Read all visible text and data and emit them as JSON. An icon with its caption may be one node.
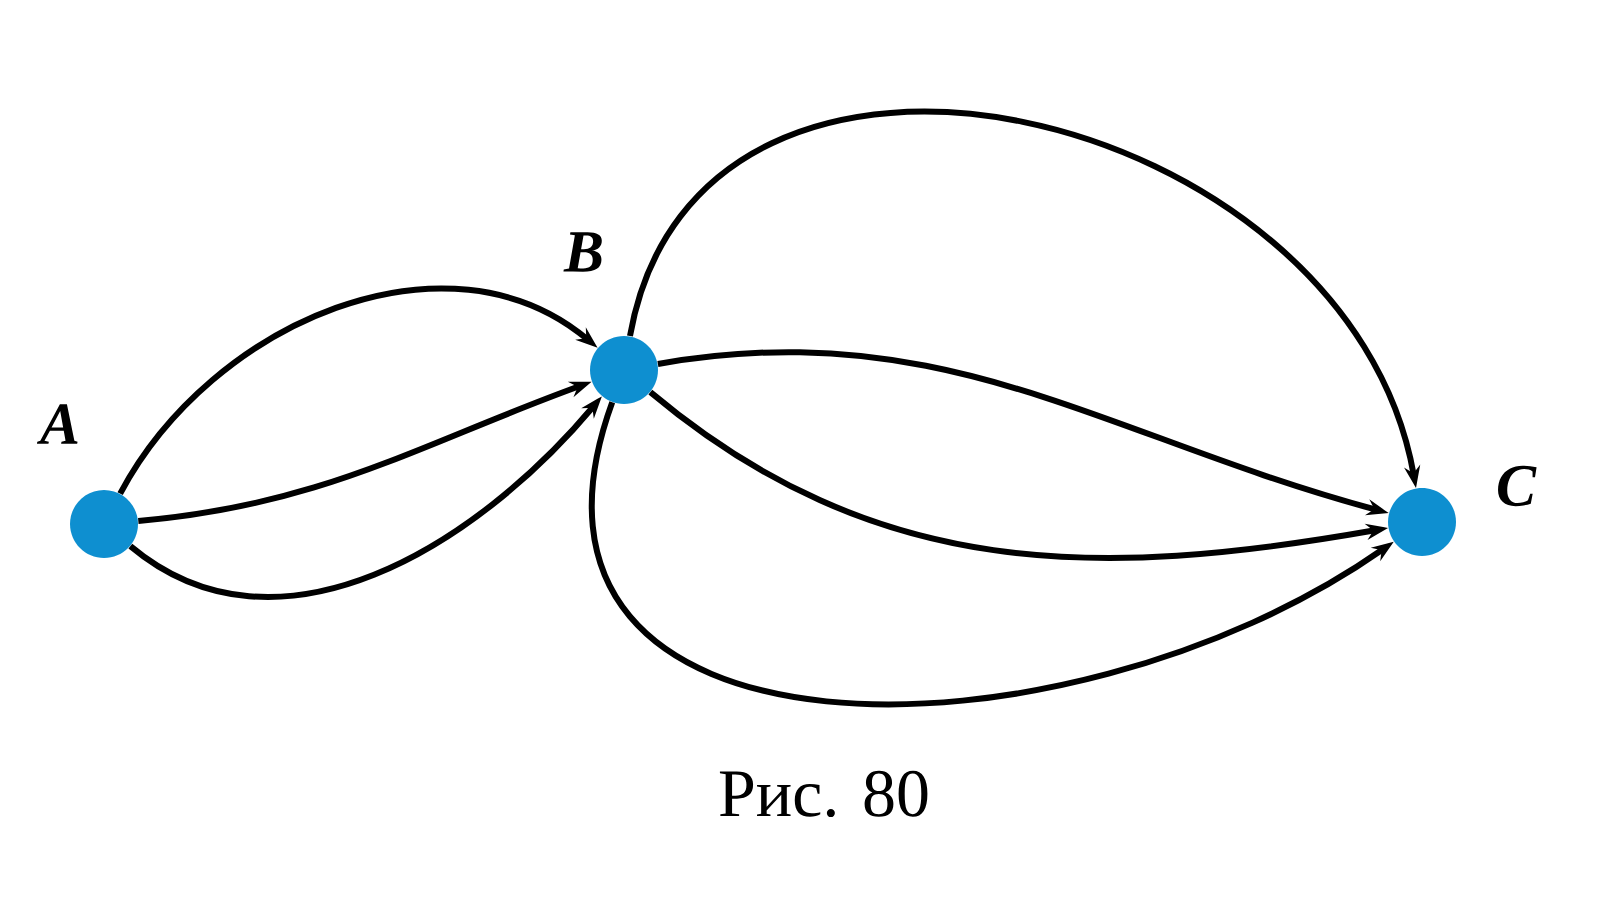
{
  "diagram": {
    "caption": "Рис. 80",
    "nodes": [
      {
        "text": [],
        "shape": "circle",
        "beside": [
          "A"
        ]
      },
      {
        "text": [],
        "shape": "circle",
        "beside": [
          "B"
        ]
      },
      {
        "text": [],
        "shape": "circle",
        "beside": [
          "C"
        ]
      }
    ],
    "edges": [
      {
        "from": 0,
        "to": 1,
        "arrow": "to"
      },
      {
        "from": 0,
        "to": 1,
        "arrow": "to"
      },
      {
        "from": 0,
        "to": 1,
        "arrow": "to"
      },
      {
        "from": 1,
        "to": 2,
        "arrow": "to"
      },
      {
        "from": 1,
        "to": 2,
        "arrow": "to"
      },
      {
        "from": 1,
        "to": 2,
        "arrow": "to"
      },
      {
        "from": 1,
        "to": 2,
        "arrow": "to"
      }
    ]
  }
}
